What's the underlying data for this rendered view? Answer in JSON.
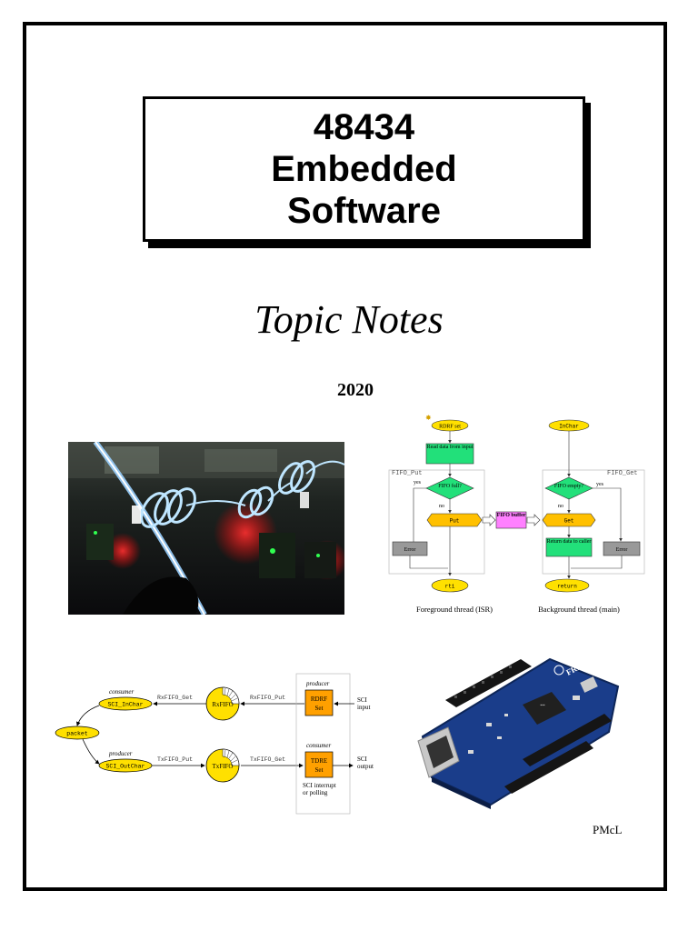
{
  "title": {
    "line1": "48434",
    "line2": "Embedded",
    "line3": "Software"
  },
  "subtitle": "Topic Notes",
  "year": "2020",
  "flowchart": {
    "start_left": "RDRF set",
    "start_right": "InChar",
    "read_data": "Read data from input",
    "fifo_put_label": "FIFO_Put",
    "fifo_get_label": "FIFO_Get",
    "fifo_full": "FIFO full?",
    "fifo_empty": "FIFO empty?",
    "yes": "yes",
    "no": "no",
    "put": "Put",
    "get": "Get",
    "fifo_buffer": "FIFO buffer",
    "error": "Error",
    "return_data": "Return data to caller",
    "rti": "rti",
    "return": "return",
    "caption_left": "Foreground thread (ISR)",
    "caption_right": "Background thread (main)"
  },
  "diagram": {
    "consumer": "consumer",
    "producer": "producer",
    "sci_inchar": "SCI_InChar",
    "sci_outchar": "SCI_OutChar",
    "packet": "packet",
    "rxfifo_get": "RxFIFO_Get",
    "rxfifo_put": "RxFIFO_Put",
    "txfifo_put": "TxFIFO_Put",
    "txfifo_get": "TxFIFO_Get",
    "rxfifo": "RxFIFO",
    "txfifo": "TxFIFO",
    "rdrf": "RDRF",
    "tdre": "TDRE",
    "set": "Set",
    "sci_input": "SCI input",
    "sci_output": "SCI output",
    "sci_interrupt": "SCI interrupt or polling"
  },
  "board_label": "FRDM",
  "initials": "PMcL"
}
